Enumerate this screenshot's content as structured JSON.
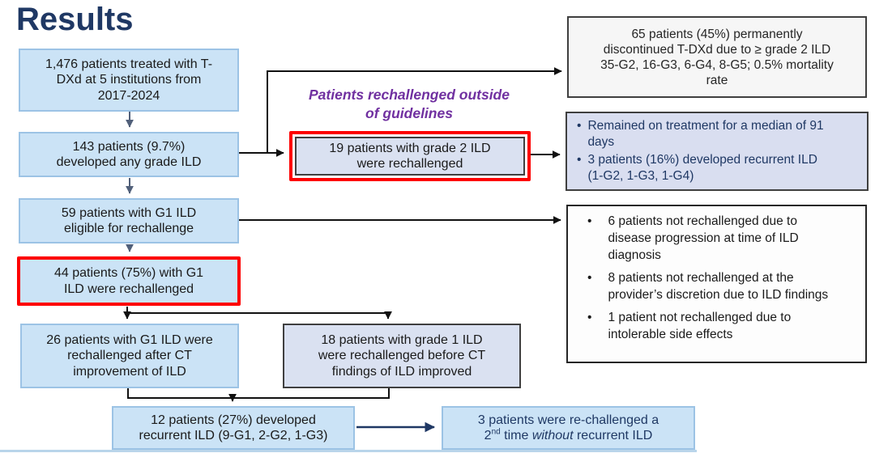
{
  "title": "Results",
  "colors": {
    "title_navy": "#1F3864",
    "light_blue_fill": "#CBE3F6",
    "light_blue_border": "#9CC3E5",
    "lavender_fill": "#DAE1F1",
    "red_highlight": "#FE0000",
    "purple_note": "#7030A0",
    "navy_text": "#1F3864",
    "connector_black": "#111111",
    "connector_slate": "#51607A"
  },
  "flow": {
    "box_1476": "1,476 patients treated with T-\nDXd at 5 institutions from\n2017-2024",
    "box_143": "143 patients (9.7%)\ndeveloped any grade ILD",
    "box_59": "59 patients with G1 ILD\neligible for rechallenge",
    "box_44": "44 patients (75%) with G1\nILD were rechallenged",
    "box_26": "26 patients with G1 ILD were\nrechallenged after CT\nimprovement of ILD",
    "box_19": "19 patients with grade 2 ILD\nwere rechallenged",
    "box_18": "18 patients with grade 1 ILD\nwere rechallenged before CT\nfindings of ILD improved",
    "box_12": "12 patients (27%) developed\nrecurrent ILD (9-G1, 2-G2, 1-G3)"
  },
  "annotations": {
    "outside_guidelines": "Patients rechallenged outside\nof guidelines"
  },
  "right_panel": {
    "discontinued": "65 patients (45%) permanently\ndiscontinued T-DXd due to ≥ grade 2 ILD\n35-G2, 16-G3, 6-G4, 8-G5; 0.5% mortality\nrate",
    "treatment": {
      "bullet": "•",
      "items": [
        "Remained on treatment for a median of 91 days",
        "3 patients (16%) developed recurrent ILD (1-G2, 1-G3, 1-G4)"
      ]
    },
    "not_rechallenged": {
      "bullet": "•",
      "items": [
        "6 patients not rechallenged due to disease progression at time of ILD diagnosis",
        "8 patients not rechallenged at the provider’s discretion due to ILD findings",
        "1 patient not rechallenged due to intolerable side effects"
      ]
    }
  },
  "bottom": {
    "rechallenged_2nd": {
      "prefix": "3 patients were re-challenged a\n",
      "num": "2",
      "sup": "nd",
      "mid": " time ",
      "italic": "without",
      "suffix": " recurrent ILD"
    }
  }
}
